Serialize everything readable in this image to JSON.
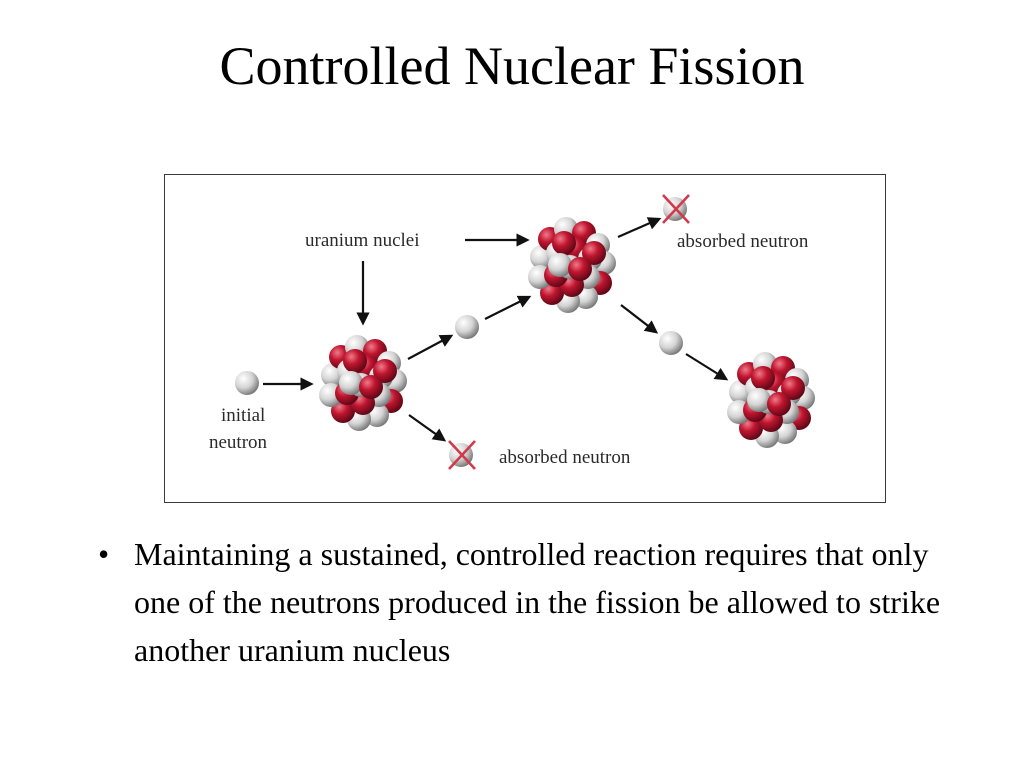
{
  "slide": {
    "title": "Controlled Nuclear Fission"
  },
  "diagram": {
    "labels": {
      "uranium_nuclei": "uranium nuclei",
      "absorbed_neutron_top": "absorbed neutron",
      "absorbed_neutron_bottom": "absorbed neutron",
      "initial_line1": "initial",
      "initial_line2": "neutron"
    },
    "colors": {
      "proton": "#b3122e",
      "neutron": "#d9d9d9",
      "absorbed_cross": "#d23a4a",
      "arrow": "#111111"
    }
  },
  "bullets": [
    "Maintaining a sustained, controlled reaction requires that only one of the neutrons produced in the fission be allowed to strike another uranium nucleus"
  ]
}
